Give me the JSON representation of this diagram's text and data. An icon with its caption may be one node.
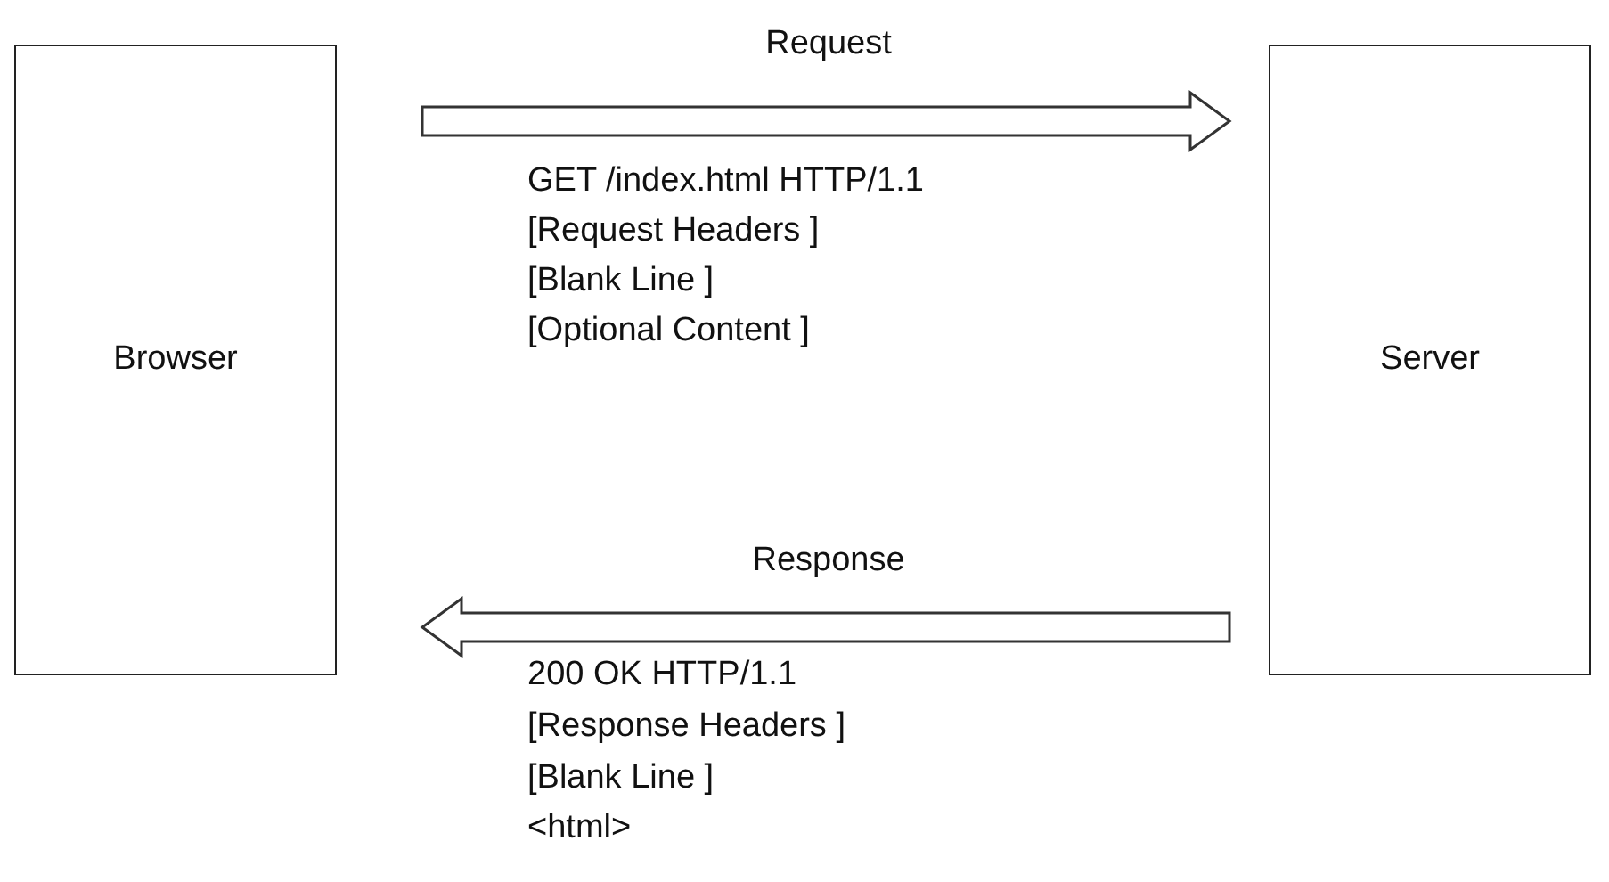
{
  "diagram": {
    "nodes": [
      {
        "text": [
          "Browser"
        ]
      },
      {
        "text": [
          "Server"
        ]
      }
    ],
    "edges": [
      {
        "from": 0,
        "to": 1,
        "arrow": "to",
        "label": "Request"
      },
      {
        "from": 1,
        "to": 0,
        "arrow": "to",
        "label": "Response"
      }
    ],
    "labels": [
      "GET /index.html HTTP/1.1",
      "[Request Headers ]",
      "[Blank Line ]",
      "[Optional Content ]",
      "200 OK HTTP/1.1",
      "[Response Headers ]",
      "[Blank Line ]",
      "<html>"
    ]
  }
}
